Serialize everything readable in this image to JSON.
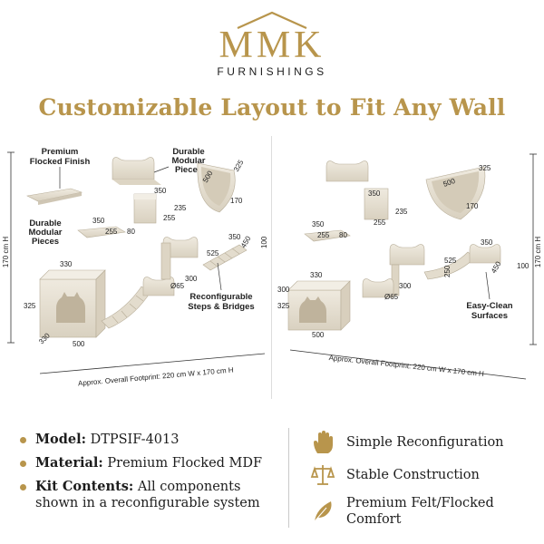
{
  "brand": {
    "name": "MMK",
    "subtitle": "FURNISHINGS"
  },
  "headline": "Customizable Layout to Fit Any Wall",
  "callouts": {
    "premium_flocked": [
      "Premium",
      "Flocked Finish"
    ],
    "durable_modular_top": [
      "Durable",
      "Modular",
      "Pieces"
    ],
    "durable_modular_left": [
      "Durable",
      "Modular",
      "Pieces"
    ],
    "reconfigurable": [
      "Reconfigurable",
      "Steps & Bridges"
    ],
    "easy_clean": [
      "Easy-Clean",
      "Surfaces"
    ]
  },
  "dimensions": {
    "height": "170 cm H",
    "d350": "350",
    "d255": "255",
    "d80": "80",
    "d235": "235",
    "d500": "500",
    "d325": "325",
    "d170": "170",
    "d330": "330",
    "d300": "300",
    "d65": "Ø65",
    "d525": "525",
    "d450": "450",
    "d100": "100",
    "d250": "250"
  },
  "footprint": "Approx. Overall Footprint: 220 cm W x 170 cm H",
  "specs": [
    {
      "label": "Model:",
      "value": "DTPSIF-4013"
    },
    {
      "label": "Material:",
      "value": "Premium Flocked MDF"
    },
    {
      "label": "Kit Contents:",
      "value": "All components shown in a reconfigurable system"
    }
  ],
  "features": [
    {
      "icon": "hand-icon",
      "text": "Simple Reconfiguration"
    },
    {
      "icon": "scale-icon",
      "text": "Stable Construction"
    },
    {
      "icon": "feather-icon",
      "text": "Premium Felt/Flocked Comfort"
    }
  ],
  "colors": {
    "gold": "#b8954c",
    "felt": "#e9e3d6",
    "felt_shade": "#cfc6b4"
  }
}
